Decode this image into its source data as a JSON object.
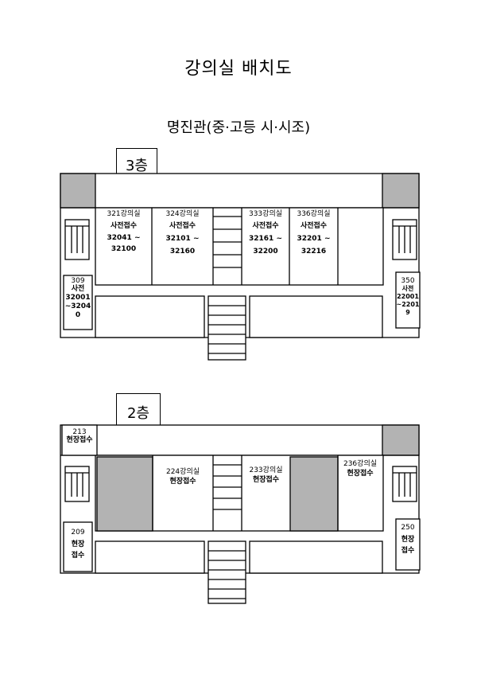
{
  "title": "강의실 배치도",
  "subtitle": "명진관(중·고등 시·시조)",
  "floor3": {
    "label": "3층",
    "left_room": {
      "number": "309",
      "text": "사전\n32001\n~3204\n0"
    },
    "right_room": {
      "number": "350",
      "text": "사전\n22001\n~2201\n9"
    },
    "rooms": [
      {
        "name": "321강의실",
        "text": "사전접수\n32041  ~\n32100"
      },
      {
        "name": "324강의실",
        "text": "사전접수\n32101  ~\n32160"
      },
      {
        "name": "333강의실",
        "text": "사전접수\n32161  ~\n32200"
      },
      {
        "name": "336강의실",
        "text": "사전접수\n32201  ~\n32216"
      }
    ]
  },
  "floor2": {
    "label": "2층",
    "top_left_room": {
      "number": "213",
      "text": "현장접수"
    },
    "left_room": {
      "number": "209",
      "text": "현장\n접수"
    },
    "right_room": {
      "number": "250",
      "text": "현장\n접수"
    },
    "rooms": [
      {
        "name": "224강의실",
        "text": "현장접수"
      },
      {
        "name": "233강의실",
        "text": "현장접수"
      },
      {
        "name": "236강의실",
        "text": "현장접수"
      }
    ]
  },
  "colors": {
    "shaded": "#b3b3b3",
    "line": "#000000"
  }
}
